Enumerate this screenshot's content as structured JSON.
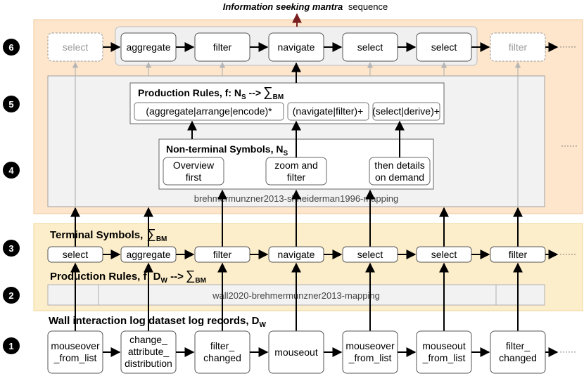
{
  "top_caption": {
    "bold": "Information seeking mantra",
    "normal": "sequence"
  },
  "level_numbers": [
    "1",
    "2",
    "3",
    "4",
    "5",
    "6"
  ],
  "level6": {
    "lead": "select",
    "items": [
      "aggregate",
      "filter",
      "navigate",
      "select",
      "select"
    ],
    "trail": "filter",
    "ellipsis": "······"
  },
  "production_rules_top": {
    "title_prefix": "Production Rules, f: N",
    "title_sub": "S",
    "title_arrow": " -->",
    "title_sum": "∑",
    "title_sum_sub": "BM",
    "rules": [
      "(aggregate|arrange|encode)*",
      "(navigate|filter)+",
      "(select|derive)+"
    ]
  },
  "nonterminal": {
    "title": "Non-terminal Symbols, N",
    "title_sub": "S",
    "items": [
      {
        "line1": "Overview",
        "line2": "first"
      },
      {
        "line1": "zoom and",
        "line2": "filter"
      },
      {
        "line1": "then details",
        "line2": "on demand"
      }
    ],
    "ellipsis": "······"
  },
  "mapping_top_label": "brehmermunzner2013-shneiderman1996-mapping",
  "terminal": {
    "title": "Terminal Symbols,",
    "title_sum": "∑",
    "title_sum_sub": "BM",
    "items": [
      "select",
      "aggregate",
      "filter",
      "navigate",
      "select",
      "select",
      "filter"
    ],
    "ellipsis": "······"
  },
  "production_rules_bottom": {
    "title_prefix": "Production Rules, f: D",
    "title_sub": "W",
    "title_arrow": " -->",
    "title_sum": "∑",
    "title_sum_sub": "BM"
  },
  "mapping_bottom_label": "wall2020-brehmermunzner2013-mapping",
  "wall_log": {
    "title": "Wall interaction log dataset log records, D",
    "title_sub": "W",
    "records": [
      {
        "line1": "mouseover",
        "line2": "_from_list",
        "line3": ""
      },
      {
        "line1": "change_",
        "line2": "attribute_",
        "line3": "distribution"
      },
      {
        "line1": "filter_",
        "line2": "changed",
        "line3": ""
      },
      {
        "line1": "mouseout",
        "line2": "",
        "line3": ""
      },
      {
        "line1": "mouseover",
        "line2": "_from_list",
        "line3": ""
      },
      {
        "line1": "mouseout",
        "line2": "_from_list",
        "line3": ""
      },
      {
        "line1": "filter_",
        "line2": "changed",
        "line3": ""
      }
    ],
    "ellipsis": "······"
  },
  "colors": {
    "orange_band": "#fde6cc",
    "yellow_band": "#fdeecb",
    "panel_grey": "#f2f2f2",
    "faded": "#a8a8a8",
    "arrow": "#000000",
    "top_arrow": "#7a1f1f",
    "badge": "#000000"
  }
}
